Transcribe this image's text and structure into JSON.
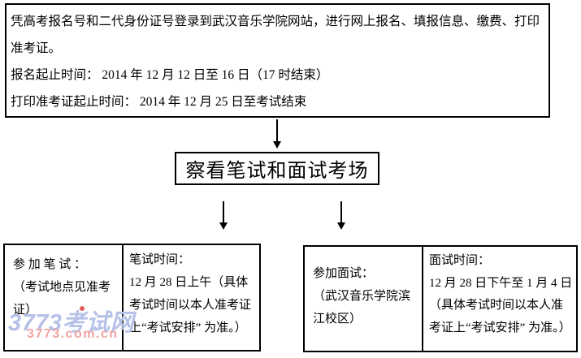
{
  "colors": {
    "background": "#ffffff",
    "border": "#000000",
    "text": "#000000",
    "watermark_title": "#b6c1e8",
    "watermark_url": "#f2a4a2",
    "watermark_dot": "#e25f5f"
  },
  "flowchart": {
    "top_box": {
      "lines": [
        "凭高考报名号和二代身份证号登录到武汉音乐学院网站，进行网上报名、填报信息、缴费、打印",
        "准考证。",
        "报名起止时间： 2014 年 12 月 12 日至 16 日（17 时结束）",
        "打印准考证起止时间： 2014 年 12 月 25 日至考试结束"
      ]
    },
    "mid_box": {
      "label": "察看笔试和面试考场"
    },
    "written_exam": {
      "participate": {
        "lines": [
          "参 加 笔 试 ：",
          "（考试地点见准考",
          "证）"
        ]
      },
      "time": {
        "lines": [
          "笔试时间：",
          "12 月 28 日上午（具体",
          "考试时间以本人准考证",
          "上“考试安排” 为准。）"
        ]
      }
    },
    "interview": {
      "participate": {
        "lines": [
          "参加面试：",
          "（武汉音乐学院滨",
          "江校区）"
        ]
      },
      "time": {
        "lines": [
          "面试时间：",
          "12 月 28 日下午至 1 月 4 日",
          "（具体考试时间以本人准",
          "考证上“考试安排” 为准。）"
        ]
      }
    }
  },
  "watermark": {
    "title": "3773考试网",
    "url": "3773.com.cn"
  }
}
